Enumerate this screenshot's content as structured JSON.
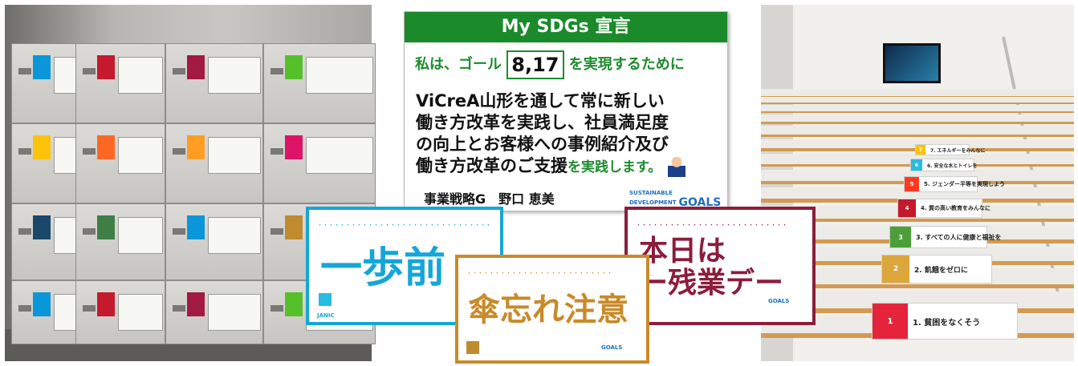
{
  "declaration": {
    "title": "My SDGs 宣言",
    "goal_prefix": "私は、ゴール",
    "goal_numbers": "8,17",
    "goal_suffix": "を実現するために",
    "body_lines": [
      "ViCreA山形を通して常に新しい",
      "働き方改革を実践し、社員満足度",
      "の向上とお客様への事例紹介及び",
      "働き方改革のご支援"
    ],
    "closing": "を実践します。",
    "signature": "事業戦略G　野口 恵美",
    "logo_line1": "SUSTAINABLE",
    "logo_line2": "DEVELOPMENT",
    "logo_goals": "GOALS",
    "colors": {
      "header": "#1a8a2a",
      "goal_text": "#1d8c2d"
    }
  },
  "posters": {
    "left": {
      "headline": "一歩前",
      "color": "#14a6d8",
      "footer_logo": "JANIC"
    },
    "center": {
      "headline": "傘忘れ注意",
      "color": "#c98a2a",
      "footer_logo": "GOALS"
    },
    "right": {
      "headline_line1": "本日は",
      "headline_line2": "ー残業デー",
      "color": "#8c1d3a",
      "footer_logo": "GOALS"
    }
  },
  "stairs": {
    "signs": [
      {
        "num": "1",
        "text": "1. 貧困をなくそう",
        "color": "#e5243b"
      },
      {
        "num": "2",
        "text": "2. 飢餓をゼロに",
        "color": "#dda63a"
      },
      {
        "num": "3",
        "text": "3. すべての人に健康と福祉を",
        "color": "#4c9f38"
      },
      {
        "num": "4",
        "text": "4. 質の高い教育をみんなに",
        "color": "#c5192d"
      },
      {
        "num": "5",
        "text": "5. ジェンダー平等を実現しよう",
        "color": "#ff3a21"
      },
      {
        "num": "6",
        "text": "6. 安全な水とトイレを",
        "color": "#26bde2"
      },
      {
        "num": "7",
        "text": "7. エネルギーをみんなに",
        "color": "#fcc30b"
      }
    ]
  },
  "lockers": {
    "sdg_colors": [
      "#0a97d9",
      "#c5192d",
      "#a21942",
      "#56c02b",
      "#fcc30b",
      "#fd6925",
      "#fd9d24",
      "#dd1367",
      "#19486a",
      "#3f7e44",
      "#0a97d9",
      "#bf8b2e"
    ]
  }
}
